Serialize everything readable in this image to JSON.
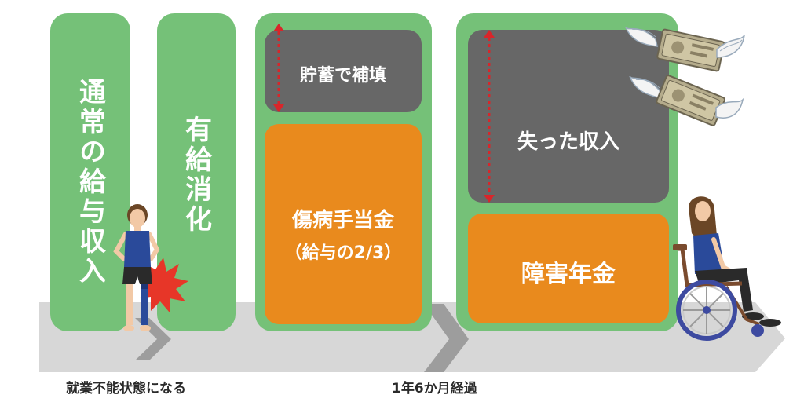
{
  "stages": {
    "normal_salary": "通常の給与収入",
    "paid_leave": "有給消化",
    "savings_fill": "貯蓄で補填",
    "injury_allowance": "傷病手当金",
    "injury_allowance_note": "（給与の2/3）",
    "lost_income": "失った収入",
    "disability_pension": "障害年金"
  },
  "captions": {
    "unable_to_work": "就業不能状態になる",
    "after_period": "1年6か月経過"
  },
  "colors": {
    "green": "#75c178",
    "orange": "#e98a1d",
    "dark_gray": "#676767",
    "arrow_red": "#d9252a",
    "road_gray": "#d7d7d7"
  }
}
